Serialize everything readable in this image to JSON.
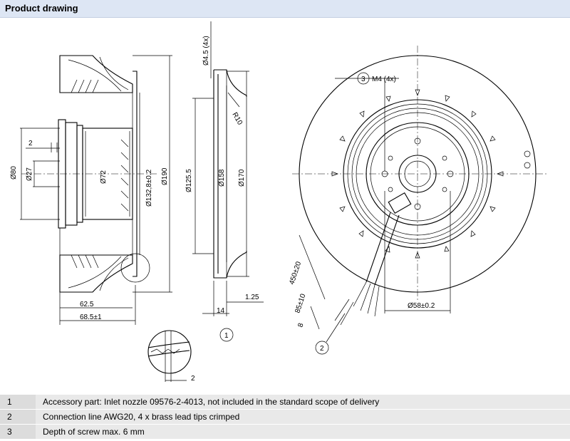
{
  "header": {
    "title": "Product drawing"
  },
  "dimensions": {
    "side": {
      "d80": "Ø80",
      "d27": "Ø27",
      "d72": "Ø72",
      "d132": "Ø132,8±0.2",
      "d190": "Ø190",
      "w2": "2",
      "l62": "62.5",
      "l68": "68.5±1",
      "detail2": "2"
    },
    "nozzle": {
      "hole": "Ø4.5 (4x)",
      "r10": "R10",
      "d125": "Ø125.5",
      "d158": "Ø158",
      "d170": "Ø170",
      "t125": "1.25",
      "w14": "14",
      "callout": "1"
    },
    "front": {
      "m4": "M4 (4x)",
      "callout3": "3",
      "callout2": "2",
      "cable": "450±20",
      "strip": "85±10",
      "tip": "8",
      "d58": "Ø58±0.2"
    }
  },
  "notes": [
    {
      "num": "1",
      "text": "Accessory part: Inlet nozzle 09576-2-4013, not included in the standard scope of delivery"
    },
    {
      "num": "2",
      "text": "Connection line AWG20, 4 x brass lead tips crimped"
    },
    {
      "num": "3",
      "text": "Depth of screw max. 6 mm"
    }
  ]
}
